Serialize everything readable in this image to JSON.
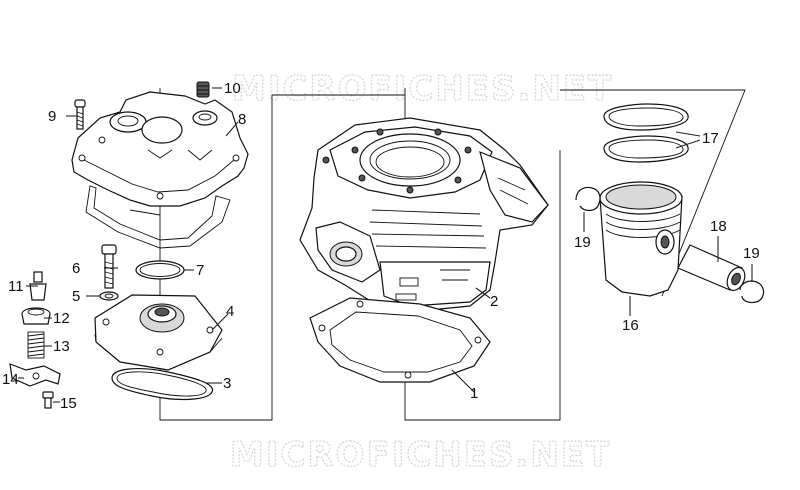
{
  "watermark": {
    "top": "MICROFICHES.NET",
    "bottom": "MICROFICHES.NET"
  },
  "callouts": [
    {
      "id": "1",
      "text": "1"
    },
    {
      "id": "2",
      "text": "2"
    },
    {
      "id": "3",
      "text": "3"
    },
    {
      "id": "4",
      "text": "4"
    },
    {
      "id": "5",
      "text": "5"
    },
    {
      "id": "6",
      "text": "6"
    },
    {
      "id": "7",
      "text": "7"
    },
    {
      "id": "8",
      "text": "8"
    },
    {
      "id": "9",
      "text": "9"
    },
    {
      "id": "10",
      "text": "10"
    },
    {
      "id": "11",
      "text": "11"
    },
    {
      "id": "12",
      "text": "12"
    },
    {
      "id": "13",
      "text": "13"
    },
    {
      "id": "14",
      "text": "14"
    },
    {
      "id": "15",
      "text": "15"
    },
    {
      "id": "16",
      "text": "16"
    },
    {
      "id": "17",
      "text": "17"
    },
    {
      "id": "18",
      "text": "18"
    },
    {
      "id": "19a",
      "text": "19"
    },
    {
      "id": "19b",
      "text": "19"
    }
  ]
}
